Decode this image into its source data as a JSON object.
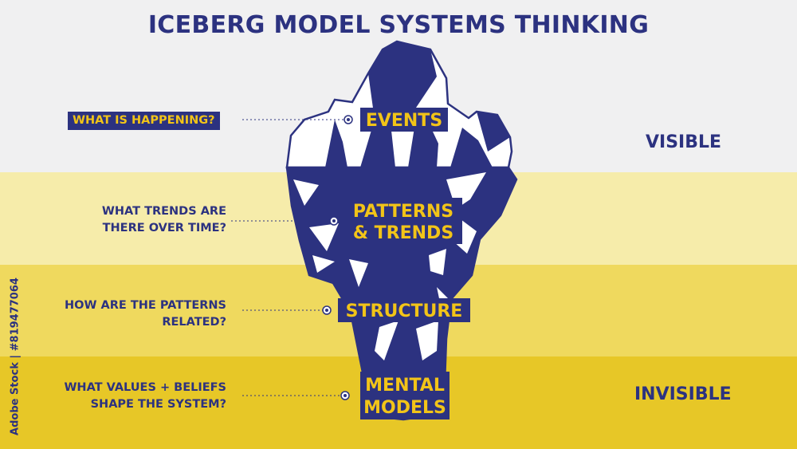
{
  "title": "ICEBERG MODEL SYSTEMS THINKING",
  "levels": [
    {
      "name": "EVENTS",
      "question": "WHAT IS HAPPENING?"
    },
    {
      "name_line1": "PATTERNS",
      "name_line2": "& TRENDS",
      "question_line1": "WHAT TRENDS ARE",
      "question_line2": "THERE OVER TIME?"
    },
    {
      "name": "STRUCTURE",
      "question_line1": "HOW ARE THE PATTERNS",
      "question_line2": "RELATED?"
    },
    {
      "name_line1": "MENTAL",
      "name_line2": "MODELS",
      "question_line1": "WHAT VALUES + BELIEFS",
      "question_line2": "SHAPE THE SYSTEM?"
    }
  ],
  "visible_label": "VISIBLE",
  "invisible_label": "INVISIBLE",
  "credit": "Adobe Stock | #819477064",
  "colors": {
    "navy": "#2c3280",
    "yellow_text": "#f2c418",
    "band_visible": "#f0f0f1",
    "band_2": "#f6ecaa",
    "band_3": "#efd95e",
    "band_4": "#e7c727"
  }
}
